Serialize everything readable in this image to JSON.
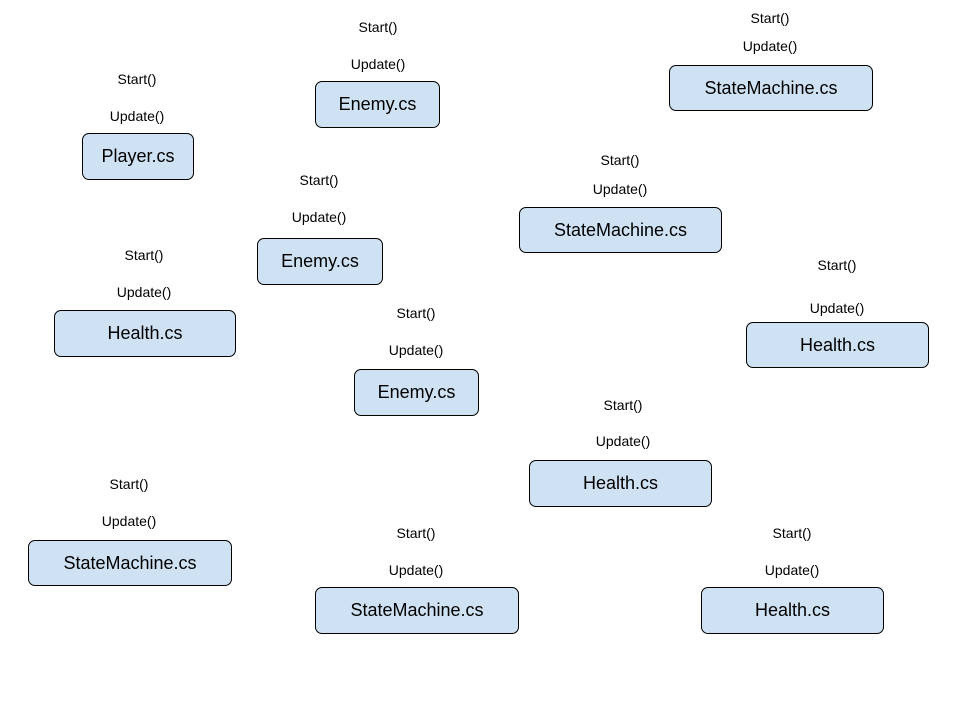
{
  "colors": {
    "box_fill": "#cfe2f3",
    "box_border": "#000000",
    "text": "#000000",
    "background": "#ffffff"
  },
  "components": [
    {
      "name": "Player.cs",
      "methods": [
        "Start()",
        "Update()"
      ]
    },
    {
      "name": "Enemy.cs",
      "methods": [
        "Start()",
        "Update()"
      ]
    },
    {
      "name": "StateMachine.cs",
      "methods": [
        "Start()",
        "Update()"
      ]
    },
    {
      "name": "Enemy.cs",
      "methods": [
        "Start()",
        "Update()"
      ]
    },
    {
      "name": "StateMachine.cs",
      "methods": [
        "Start()",
        "Update()"
      ]
    },
    {
      "name": "Health.cs",
      "methods": [
        "Start()",
        "Update()"
      ]
    },
    {
      "name": "Health.cs",
      "methods": [
        "Start()",
        "Update()"
      ]
    },
    {
      "name": "Enemy.cs",
      "methods": [
        "Start()",
        "Update()"
      ]
    },
    {
      "name": "Health.cs",
      "methods": [
        "Start()",
        "Update()"
      ]
    },
    {
      "name": "StateMachine.cs",
      "methods": [
        "Start()",
        "Update()"
      ]
    },
    {
      "name": "StateMachine.cs",
      "methods": [
        "Start()",
        "Update()"
      ]
    },
    {
      "name": "Health.cs",
      "methods": [
        "Start()",
        "Update()"
      ]
    }
  ]
}
